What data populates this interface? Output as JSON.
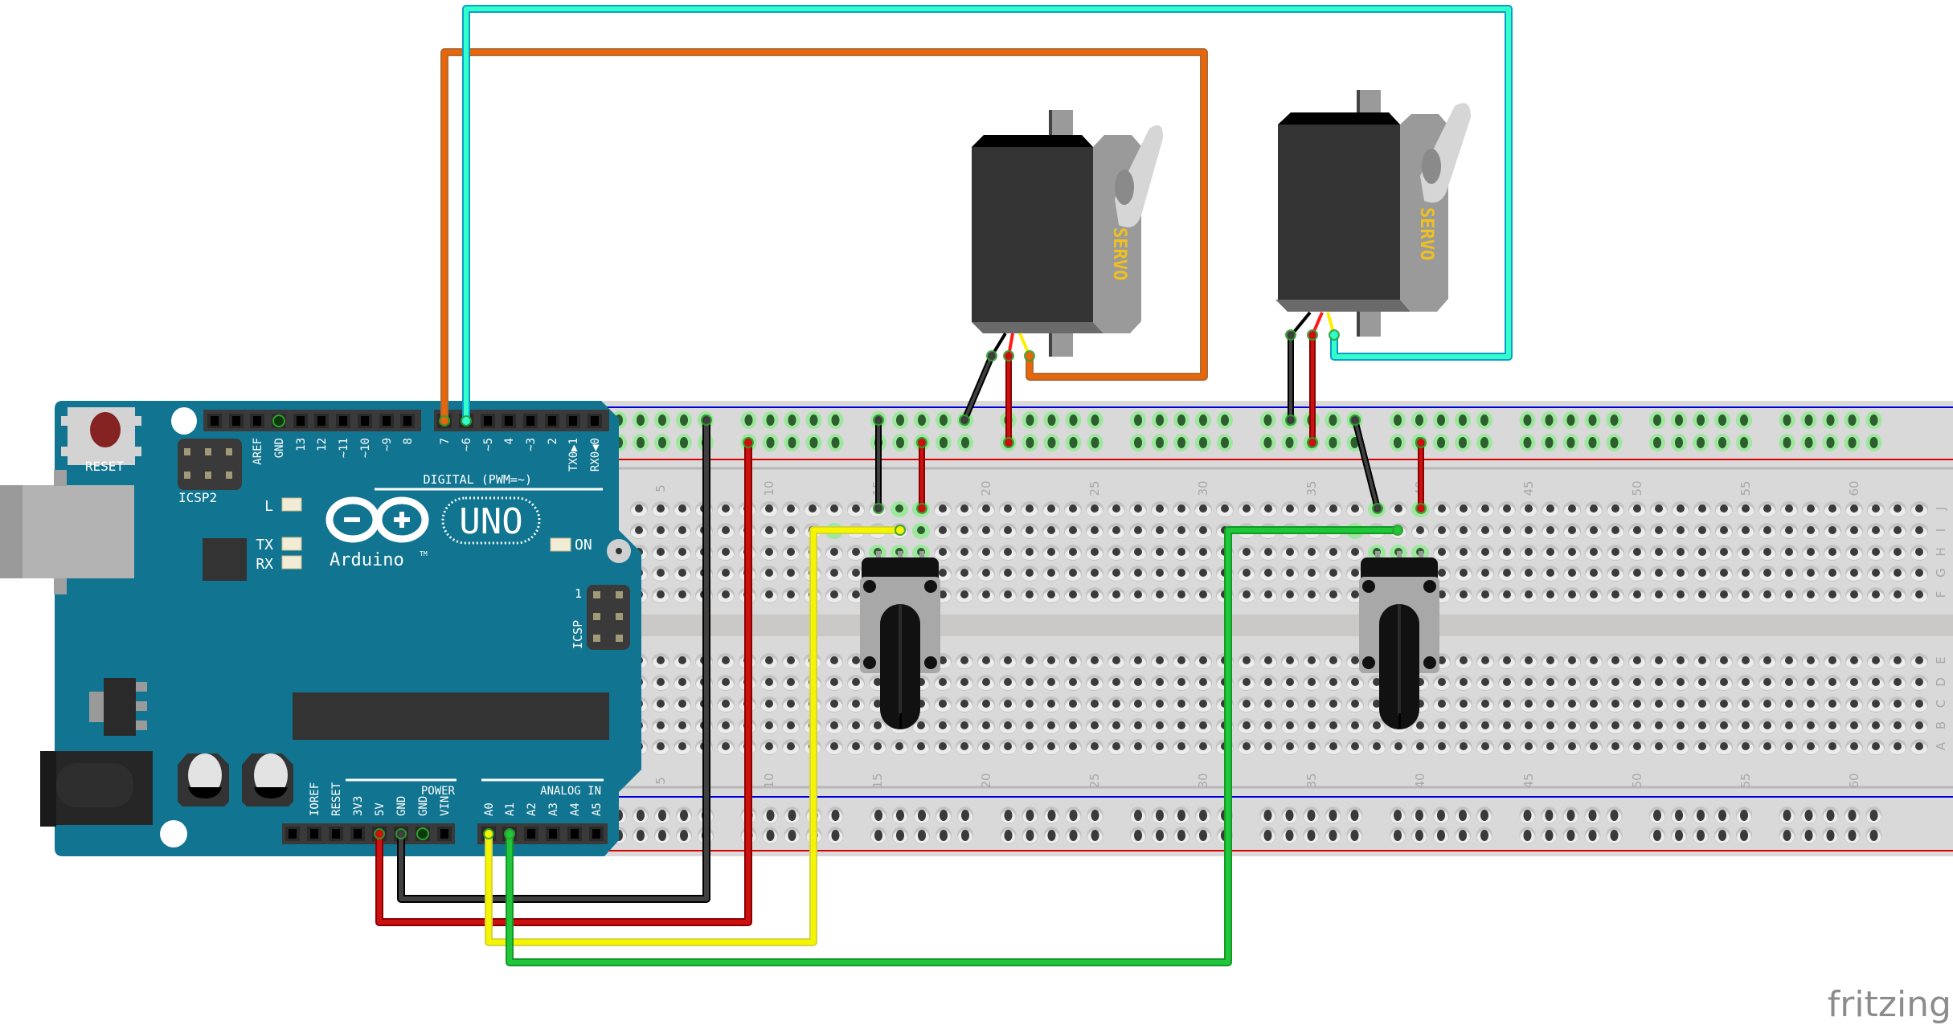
{
  "canvas": {
    "background": "#ffffff"
  },
  "arduino": {
    "model_label": "UNO",
    "brand_label": "Arduino",
    "trademark": "TM",
    "reset_label": "RESET",
    "icsp2_label": "ICSP2",
    "icsp_label": "ICSP",
    "icsp_pin1": "1",
    "led_labels": {
      "l": "L",
      "tx": "TX",
      "rx": "RX",
      "on": "ON"
    },
    "digital_section_label": "DIGITAL (PWM=~)",
    "power_section_label": "POWER",
    "analog_section_label": "ANALOG IN",
    "digital_pins_left": [
      "",
      "",
      "AREF",
      "GND",
      "13",
      "12",
      "~11",
      "~10",
      "~9",
      "8"
    ],
    "digital_pins_right": [
      "7",
      "~6",
      "~5",
      "4",
      "~3",
      "2",
      "TX0▶1",
      "RX0◀0"
    ],
    "power_pins": [
      "",
      "IOREF",
      "RESET",
      "3V3",
      "5V",
      "GND",
      "GND",
      "VIN"
    ],
    "analog_pins": [
      "A0",
      "A1",
      "A2",
      "A3",
      "A4",
      "A5"
    ],
    "colors": {
      "board": "#117591",
      "header": "#3a3a3a",
      "silk": "#ffffff"
    }
  },
  "breadboard": {
    "row_labels_top": [
      "J",
      "I",
      "H",
      "G",
      "F"
    ],
    "row_labels_bottom": [
      "E",
      "D",
      "C",
      "B",
      "A"
    ],
    "column_labels": [
      "5",
      "10",
      "15",
      "20",
      "25",
      "30",
      "35",
      "40",
      "45",
      "50",
      "55",
      "60"
    ],
    "colors": {
      "body": "#d9d9d9",
      "hole": "#3a3a3a",
      "connected_hole": "#2d5e2d",
      "rail_blue": "#0000dd",
      "rail_red": "#dd0000"
    }
  },
  "components": {
    "servos": [
      {
        "id": "servo-1",
        "label": "SERVO",
        "signal_pin": "7",
        "wire_color": "#e8650a"
      },
      {
        "id": "servo-2",
        "label": "SERVO",
        "signal_pin": "~6",
        "wire_color": "#33ffcc"
      }
    ],
    "potentiometers": [
      {
        "id": "pot-1",
        "columns": [
          15,
          16,
          17
        ],
        "wiper_to": "A0",
        "wire_color": "#f5f500"
      },
      {
        "id": "pot-2",
        "columns": [
          38,
          39,
          40
        ],
        "wiper_to": "A1",
        "wire_color": "#22c63a"
      }
    ]
  },
  "wires": [
    {
      "name": "servo1-signal-to-d7",
      "color": "#e8650a"
    },
    {
      "name": "servo2-signal-to-d6",
      "color": "#33ffcc"
    },
    {
      "name": "gnd-to-rail",
      "color": "#404040"
    },
    {
      "name": "5v-to-rail",
      "color": "#cc1111"
    },
    {
      "name": "a0-to-pot1",
      "color": "#f5f500"
    },
    {
      "name": "a1-to-pot2",
      "color": "#22c63a"
    }
  ],
  "watermark": "fritzing"
}
